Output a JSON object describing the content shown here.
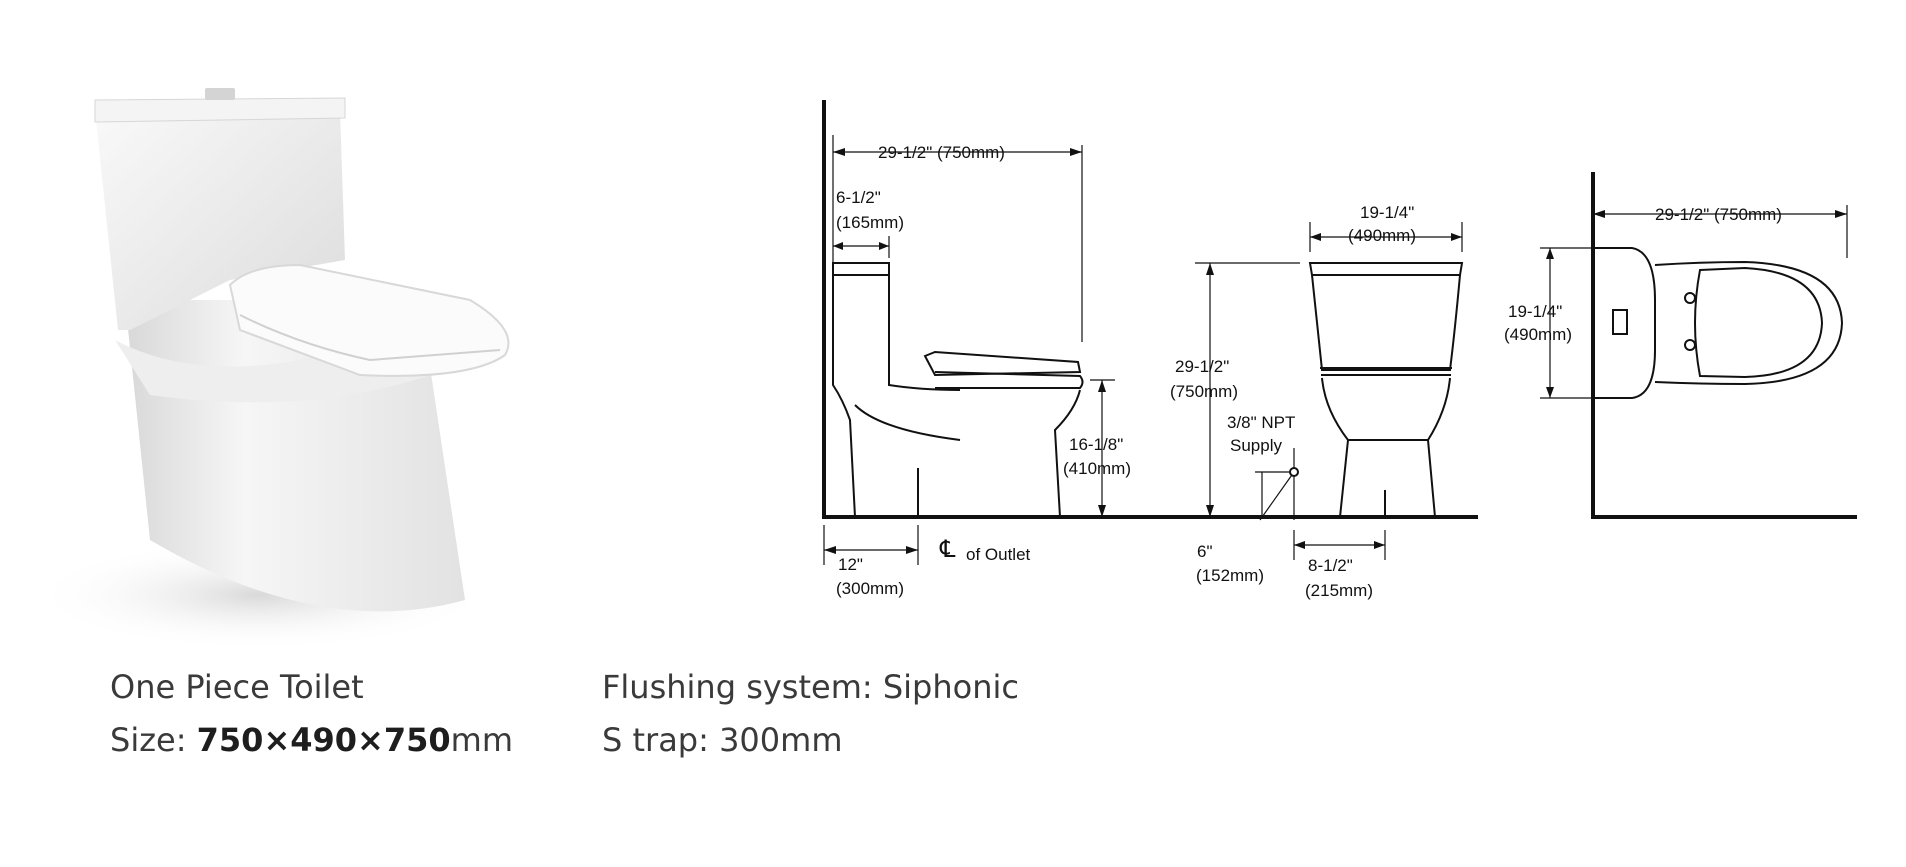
{
  "captions": {
    "product_name": "One Piece Toilet",
    "size_prefix": "Size: ",
    "size_value": "750×490×750",
    "size_unit": "mm",
    "flushing": "Flushing system: Siphonic",
    "trap": "S trap: 300mm"
  },
  "side_view": {
    "depth_in": "29-1/2\" (750mm)",
    "tank_in": "6-1/2\"",
    "tank_mm": "(165mm)",
    "seat_height_in": "16-1/8\"",
    "seat_height_mm": "(410mm)",
    "outlet_in": "12\"",
    "outlet_mm": "(300mm)",
    "outlet_symbol": "℄",
    "outlet_label": "of Outlet"
  },
  "front_view": {
    "width_in": "19-1/4\"",
    "width_mm": "(490mm)",
    "height_in": "29-1/2\"",
    "height_mm": "(750mm)",
    "supply_line1": "3/8\" NPT",
    "supply_line2": "Supply",
    "supply_height_in": "6\"",
    "supply_height_mm": "(152mm)",
    "supply_offset_in": "8-1/2\"",
    "supply_offset_mm": "(215mm)"
  },
  "top_view": {
    "depth_in": "29-1/2\" (750mm)",
    "width_in": "19-1/4\"",
    "width_mm": "(490mm)"
  }
}
